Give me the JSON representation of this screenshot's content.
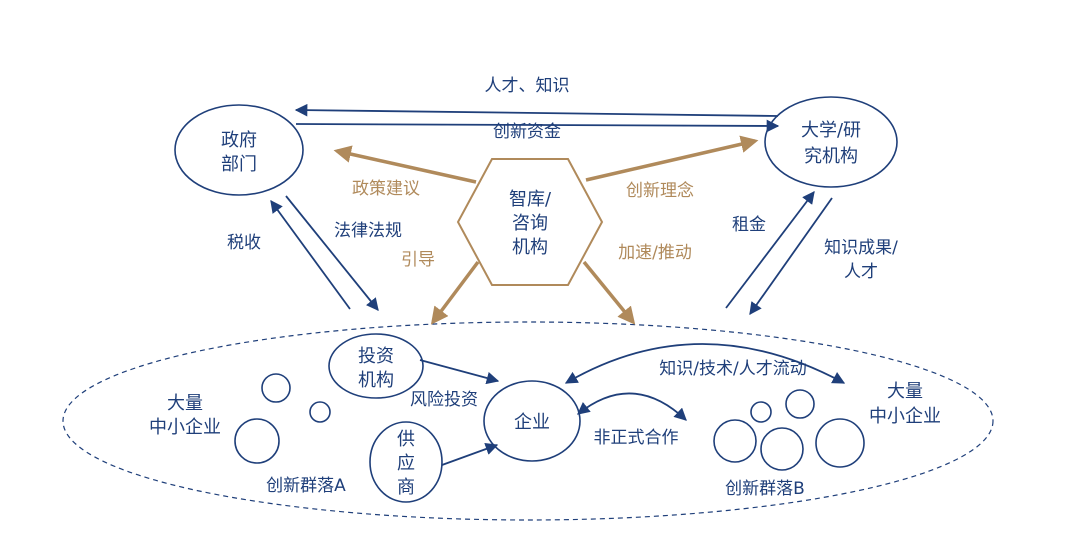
{
  "colors": {
    "primary": "#1f3f7a",
    "accent": "#b08a5b"
  },
  "top_arrow_labels": {
    "talent_knowledge": "人才、知识",
    "innovation_funds": "创新资金"
  },
  "nodes": {
    "government": [
      "政府",
      "部门"
    ],
    "university": [
      "大学/研",
      "究机构"
    ],
    "think_tank": [
      "智库/",
      "咨询",
      "机构"
    ],
    "investment": [
      "投资",
      "机构"
    ],
    "supplier": [
      "供",
      "应",
      "商"
    ],
    "enterprise": "企业"
  },
  "think_tank_outputs": {
    "policy_advice": "政策建议",
    "innovation_ideas": "创新理念",
    "guidance": "引导",
    "acceleration": "加速/推动"
  },
  "side_labels": {
    "tax": "税收",
    "laws": "法律法规",
    "rent": "租金",
    "knowledge_output": [
      "知识成果/",
      "人才"
    ]
  },
  "cluster": {
    "venture_capital": "风险投资",
    "informal_cooperation": "非正式合作",
    "flow": "知识/技术/人才流动",
    "sme_left": [
      "大量",
      "中小企业"
    ],
    "sme_right": [
      "大量",
      "中小企业"
    ],
    "group_a": "创新群落A",
    "group_b": "创新群落B"
  }
}
